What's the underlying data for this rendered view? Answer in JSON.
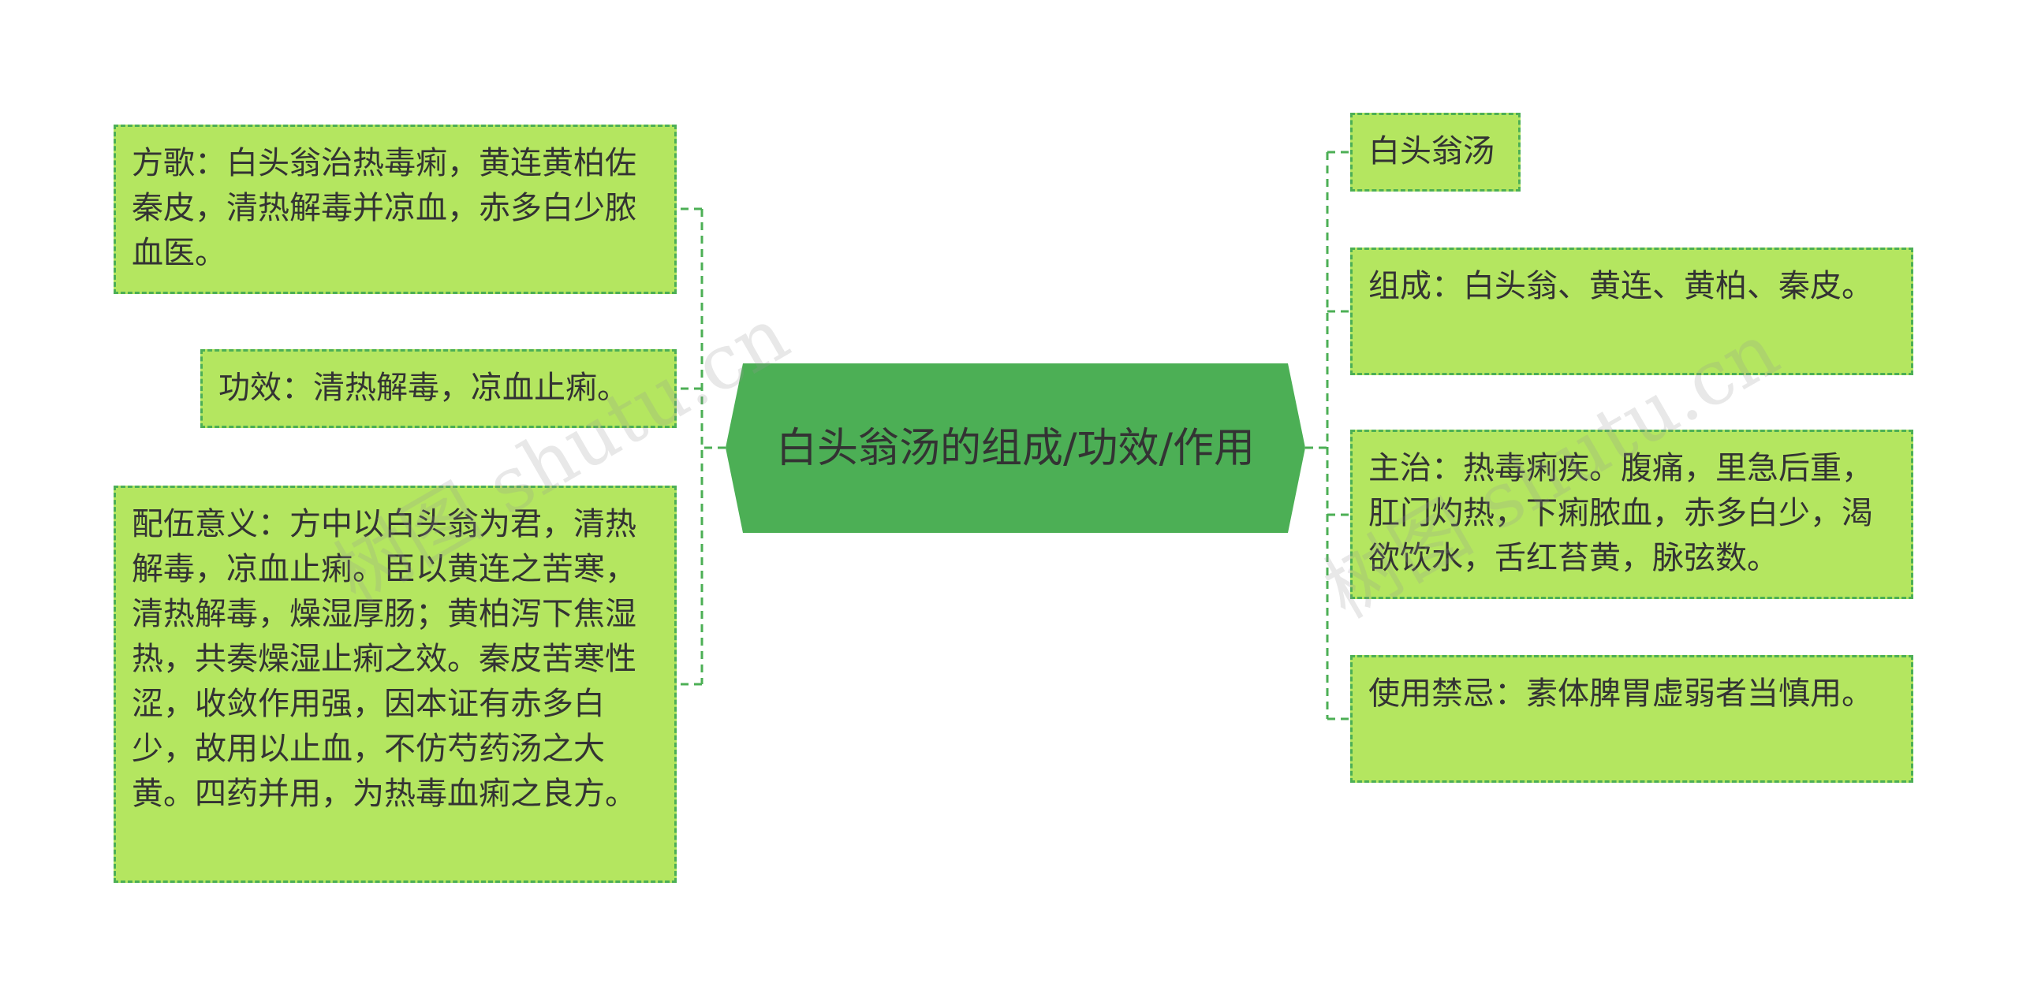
{
  "center": {
    "title": "白头翁汤的组成/功效/作用"
  },
  "left_nodes": [
    {
      "text": "方歌：白头翁治热毒痢，黄连黄柏佐秦皮，清热解毒并凉血，赤多白少脓血医。"
    },
    {
      "text": "功效：清热解毒，凉血止痢。"
    },
    {
      "text": "配伍意义：方中以白头翁为君，清热解毒，凉血止痢。臣以黄连之苦寒，清热解毒，燥湿厚肠；黄柏泻下焦湿热，共奏燥湿止痢之效。秦皮苦寒性涩，收敛作用强，因本证有赤多白少，故用以止血，不仿芍药汤之大黄。四药并用，为热毒血痢之良方。"
    }
  ],
  "right_nodes": [
    {
      "text": "白头翁汤"
    },
    {
      "text": "组成：白头翁、黄连、黄柏、秦皮。"
    },
    {
      "text": "主治：热毒痢疾。腹痛，里急后重，肛门灼热，下痢脓血，赤多白少，渴欲饮水，舌红苔黄，脉弦数。"
    },
    {
      "text": "使用禁忌：素体脾胃虚弱者当慎用。"
    }
  ],
  "watermark": "树图 shutu.cn",
  "colors": {
    "center_fill": "#4caf55",
    "node_fill": "#b4e660",
    "border": "#4caf55",
    "text": "#333333"
  }
}
